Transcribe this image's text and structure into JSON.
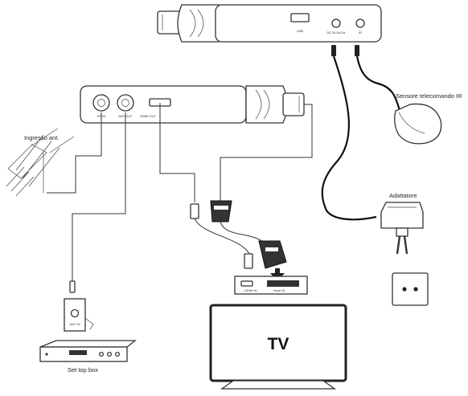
{
  "labels": {
    "antenna": "Ingresso ant.",
    "ir_sensor": "Sensore telecomando IR",
    "adapter": "Adattatore",
    "set_top_box": "Set top box",
    "tv": "TV"
  },
  "port_labels": {
    "top_usb": "USB",
    "top_dc_in": "DC IN 5V/1A",
    "top_ir": "IR",
    "front_rf_in": "RF IN",
    "front_rf_out": "ANT OUT",
    "front_hdmi": "HDMI OUT",
    "box_ant": "ANT IN",
    "tv_hdmi": "HDMI IN",
    "tv_scart": "Scart IN"
  }
}
